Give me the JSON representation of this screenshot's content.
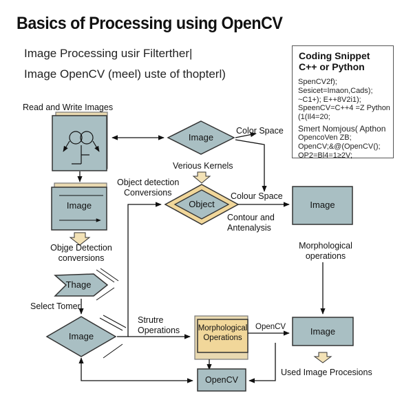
{
  "title": "Basics of Processing using OpenCV",
  "subtitle_lines": [
    "Image Processing usir Filterther|",
    "Image OpenCV (meel) uste of thopterl)"
  ],
  "snippet": {
    "heading_1": "Coding Snippet",
    "heading_2": "C++ or Python",
    "group_1": [
      "SpenCV2f);",
      "Sesicet=Imaon,Cads);",
      "~C1+); E++8V2i1);"
    ],
    "group_2": [
      "SpeenCV=C++4 =Z Python",
      "(1(Il4=20;"
    ],
    "group_3_title": "Smert Nomjous( Apthon",
    "group_3": [
      "OpencoVen ZB;",
      "OpenCV;&@(OpenCV();",
      "OP2=Bl4=1≥2V;"
    ]
  },
  "labels": {
    "read_write": "Read and Write Images",
    "color_space_top": "Color Space",
    "various_kernels": "Verious Kernels",
    "object_detection_conv": [
      "Object detection",
      "Conversions"
    ],
    "colour_space": "Colour Space",
    "contour": [
      "Contour and",
      "Antenalysis"
    ],
    "obj_detection_conv_left": [
      "Objge Detection",
      "conversions"
    ],
    "morph_operations_right": [
      "Morphological",
      "operations"
    ],
    "select_tomer": "Select Tomer",
    "structure_ops": [
      "Strutre",
      "Operations"
    ],
    "opencv_small": "OpenCV",
    "used_image": "Used Image Procesions"
  },
  "nodes": {
    "image_diamond_top": "Image",
    "image_box_left": "Image",
    "object_diamond": "Object",
    "image_box_right_top": "Image",
    "thage_parallelogram": "Thage",
    "image_diamond_bottom": "Image",
    "morph_box": [
      "Morphological",
      "Operations"
    ],
    "image_box_right_bottom": "Image",
    "opencv_box": "OpenCV"
  },
  "colors": {
    "node_fill": "#a9bfc3",
    "accent_fill": "#e9d9b0",
    "object_fill": "#f1d79a",
    "line": "#111111"
  },
  "icons": [
    "circles-diagram-icon",
    "down-arrow-outline-icon"
  ]
}
